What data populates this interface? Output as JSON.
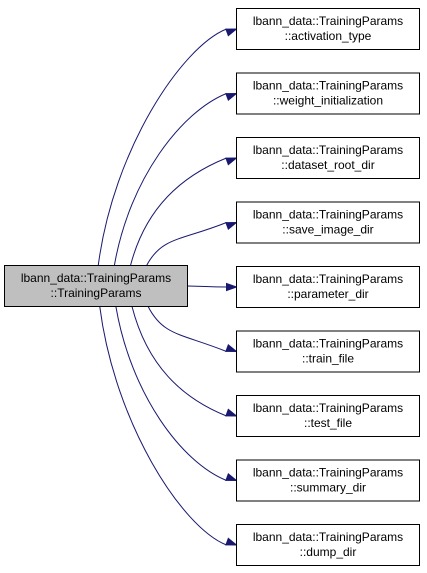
{
  "graph": {
    "source": {
      "line1": "lbann_data::TrainingParams",
      "line2": "::TrainingParams"
    },
    "targets": [
      {
        "line1": "lbann_data::TrainingParams",
        "line2": "::activation_type"
      },
      {
        "line1": "lbann_data::TrainingParams",
        "line2": "::weight_initialization"
      },
      {
        "line1": "lbann_data::TrainingParams",
        "line2": "::dataset_root_dir"
      },
      {
        "line1": "lbann_data::TrainingParams",
        "line2": "::save_image_dir"
      },
      {
        "line1": "lbann_data::TrainingParams",
        "line2": "::parameter_dir"
      },
      {
        "line1": "lbann_data::TrainingParams",
        "line2": "::train_file"
      },
      {
        "line1": "lbann_data::TrainingParams",
        "line2": "::test_file"
      },
      {
        "line1": "lbann_data::TrainingParams",
        "line2": "::summary_dir"
      },
      {
        "line1": "lbann_data::TrainingParams",
        "line2": "::dump_dir"
      }
    ],
    "colors": {
      "source_fill": "#bfbfbf",
      "target_fill": "#ffffff",
      "edge": "#191970",
      "border": "#000000"
    }
  }
}
